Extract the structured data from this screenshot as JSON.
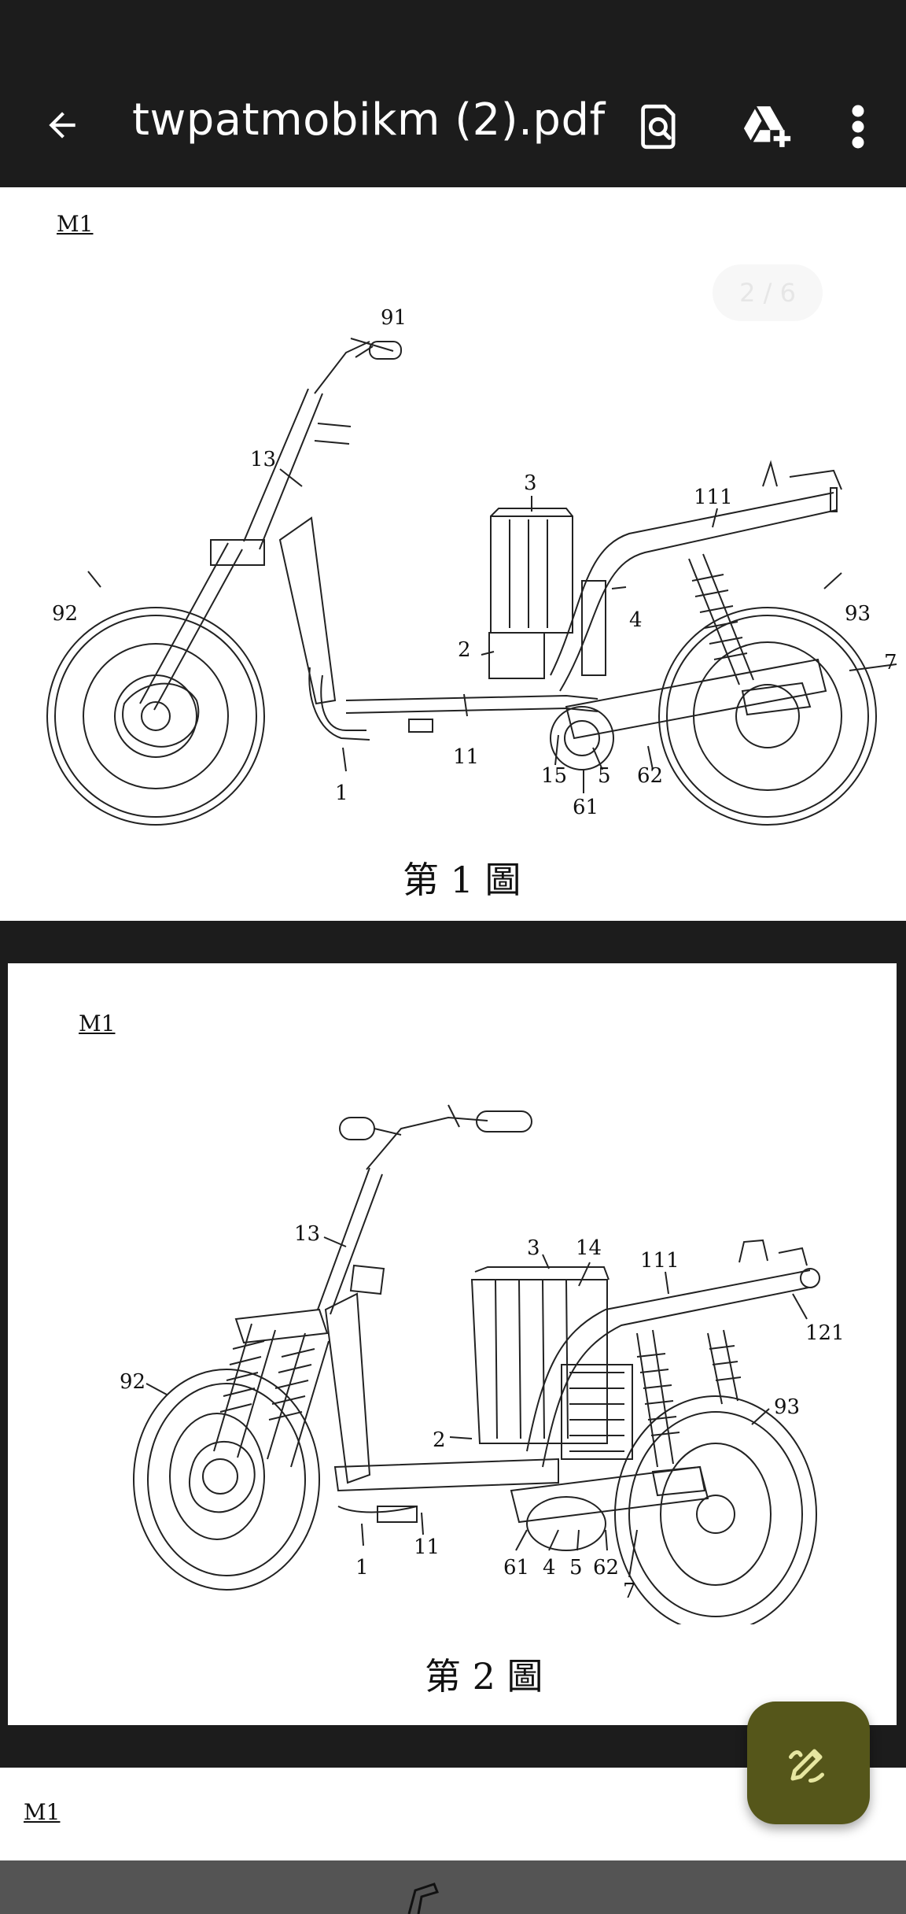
{
  "app_bar": {
    "title": "twpatmobikm (2).pdf",
    "back_label": "back",
    "icons": [
      "arrow-back-icon",
      "search-document-icon",
      "drive-add-icon",
      "more-vert-icon"
    ]
  },
  "page_indicator": "2 / 6",
  "pages": [
    {
      "label": "M1",
      "caption": "第 1 圖",
      "refs": [
        "91",
        "13",
        "3",
        "111",
        "92",
        "4",
        "93",
        "2",
        "7",
        "11",
        "1",
        "15",
        "5",
        "62",
        "61"
      ]
    },
    {
      "label": "M1",
      "caption": "第 2 圖",
      "refs": [
        "13",
        "3",
        "14",
        "111",
        "121",
        "92",
        "93",
        "2",
        "11",
        "1",
        "61",
        "4",
        "5",
        "62",
        "7"
      ]
    },
    {
      "label": "M1"
    }
  ],
  "fab": {
    "icon": "edit-pencil-icon"
  },
  "colors": {
    "app_bar": "#1c1c1c",
    "fab": "#55561a",
    "fab_icon": "#e6e6a0"
  }
}
